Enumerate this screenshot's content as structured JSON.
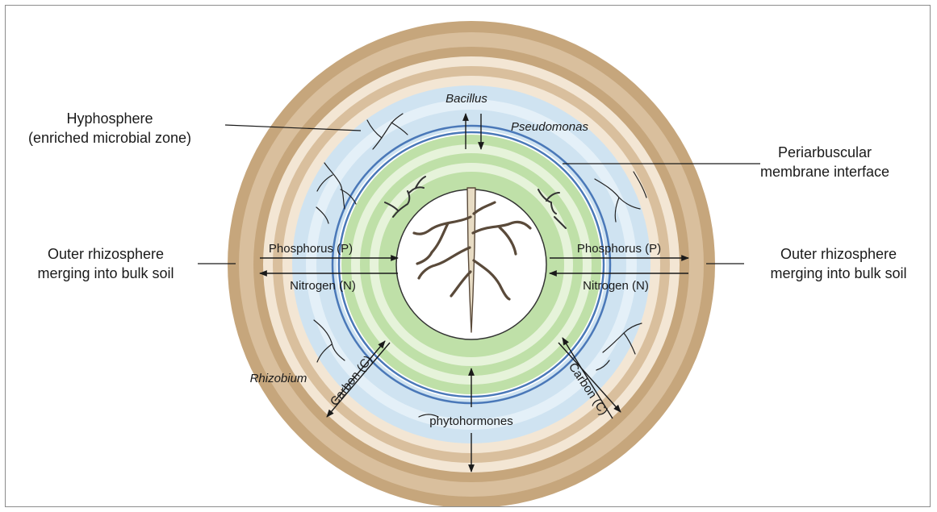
{
  "labels": {
    "hyphosphere_line1": "Hyphosphere",
    "hyphosphere_line2": "(enriched microbial zone)",
    "periarbuscular_line1": "Periarbuscular",
    "periarbuscular_line2": "membrane interface",
    "outer_left_line1": "Outer rhizosphere",
    "outer_left_line2": "merging into bulk soil",
    "outer_right_line1": "Outer rhizosphere",
    "outer_right_line2": "merging into bulk soil"
  },
  "organisms": {
    "bacillus": "Bacillus",
    "pseudomonas": "Pseudomonas",
    "rhizobium": "Rhizobium"
  },
  "flows": {
    "phosphorus_left": "Phosphorus (P)",
    "nitrogen_left": "Nitrogen (N)",
    "phosphorus_right": "Phosphorus (P)",
    "nitrogen_right": "Nitrogen (N)",
    "carbon_left": "Carbon (C)",
    "carbon_right": "Carbon (C)",
    "phytohormones": "phytohormones"
  },
  "colors": {
    "bulk_soil": "#d9bf9d",
    "bulk_soil_dark": "#c6a67c",
    "soil_light": "#f3e6d4",
    "hyphosphere": "#cfe3f1",
    "membrane": "#4a78b8",
    "green_band": "#bfe0a8",
    "green_light": "#e6f3da",
    "root": "#e8dcc4",
    "root_outline": "#5a4a3a"
  }
}
